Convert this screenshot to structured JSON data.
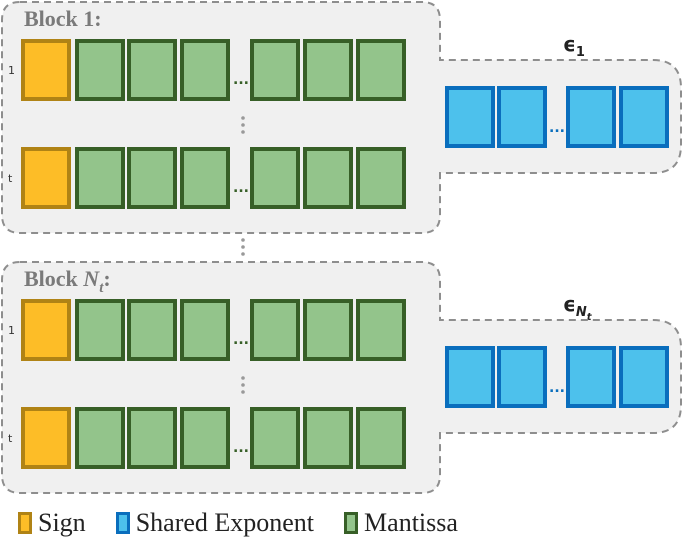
{
  "blocks": [
    {
      "title_prefix": "Block ",
      "title_var": "1",
      "title_sub": "",
      "title_suffix": ":",
      "rows": [
        {
          "label": "1"
        },
        {
          "label": "t"
        }
      ],
      "exponent_label": "ϵ",
      "exponent_sub": "1",
      "exponent_sub2": ""
    },
    {
      "title_prefix": "Block ",
      "title_var": "N",
      "title_sub": "t",
      "title_suffix": ":",
      "rows": [
        {
          "label": "1"
        },
        {
          "label": "t"
        }
      ],
      "exponent_label": "ϵ",
      "exponent_sub": "N",
      "exponent_sub2": "t"
    }
  ],
  "row_layout": {
    "sign_count": 1,
    "mantissa_before_ellipsis": 3,
    "mantissa_after_ellipsis": 3,
    "exponent_before_ellipsis": 2,
    "exponent_after_ellipsis": 2,
    "ellipsis": "..."
  },
  "colors": {
    "sign_fill": "#fdbd27",
    "sign_stroke": "#b08315",
    "mantissa_fill": "#93c48b",
    "mantissa_stroke": "#375f27",
    "exponent_fill": "#4dc1ec",
    "exponent_stroke": "#0a6ebd"
  },
  "legend": [
    {
      "key": "sign",
      "label": "Sign"
    },
    {
      "key": "exponent",
      "label": "Shared Exponent"
    },
    {
      "key": "mantissa",
      "label": "Mantissa"
    }
  ]
}
